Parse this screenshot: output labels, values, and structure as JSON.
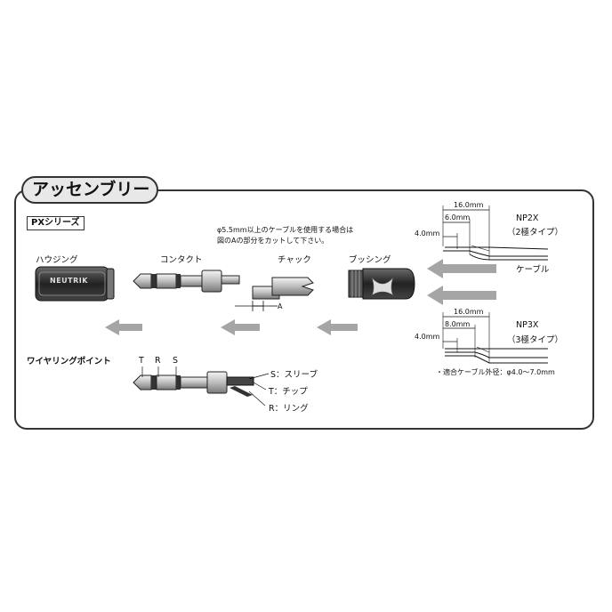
{
  "header": {
    "title": "アッセンブリー",
    "series": "PXシリーズ"
  },
  "note": {
    "line1": "φ5.5mm以上のケーブルを使用する場合は",
    "line2": "図のAの部分をカットして下さい。"
  },
  "parts": {
    "housing": "ハウジング",
    "contact": "コンタクト",
    "chuck": "チャック",
    "bushing": "ブッシング",
    "brand": "NEUTRIK",
    "chuck_mark": "A"
  },
  "wiring": {
    "title": "ワイヤリングポイント",
    "letters": [
      "T",
      "R",
      "S"
    ],
    "sleeve": "S：スリーブ",
    "tip": "T：チップ",
    "ring": "R：リング"
  },
  "cable": {
    "label": "ケーブル",
    "np2x": {
      "name": "NP2X",
      "type": "（2極タイプ）",
      "total": "16.0mm",
      "strip": "6.0mm",
      "lead": "4.0mm"
    },
    "np3x": {
      "name": "NP3X",
      "type": "（3極タイプ）",
      "total": "16.0mm",
      "strip": "8.0mm",
      "lead": "4.0mm"
    },
    "compat": "・適合ケーブル外径：φ4.0〜7.0mm"
  }
}
